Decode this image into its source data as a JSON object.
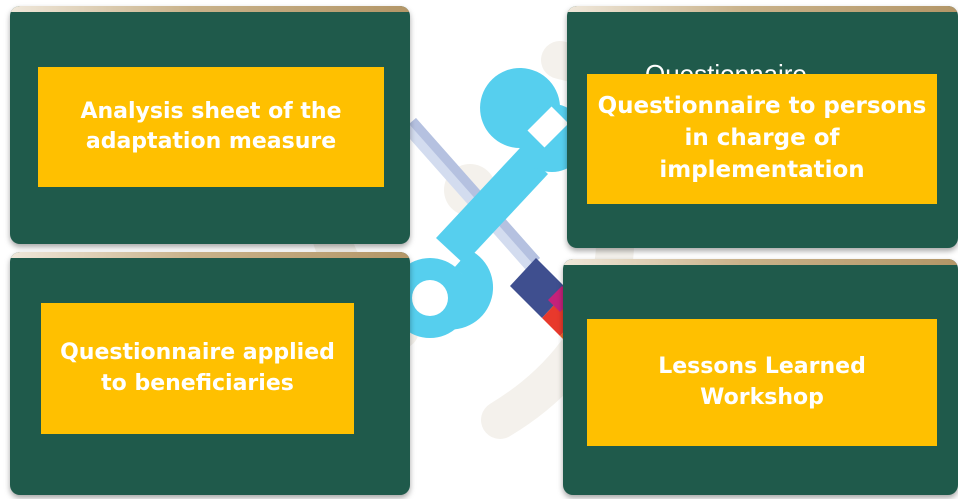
{
  "cards": {
    "top_left": {
      "label": "Analysis sheet of the adaptation measure"
    },
    "top_right": {
      "ghost_text": "Questionnaire",
      "label": "Questionnaire to persons in charge of implementation"
    },
    "bottom_left": {
      "label": "Questionnaire applied to beneficiaries"
    },
    "bottom_right": {
      "label": "Lessons Learned Workshop"
    }
  },
  "colors": {
    "card_background": "#1f5a4b",
    "label_background": "#ffc000",
    "label_text": "#ffffff",
    "wrench": "#5ad2ef",
    "screwdriver_shaft": "#c9d3ea",
    "screwdriver_handle": "#3f4f8f",
    "watermark": "#f4f1ec"
  },
  "icons": {
    "center_graphic": "wrench-screwdriver-icon"
  }
}
